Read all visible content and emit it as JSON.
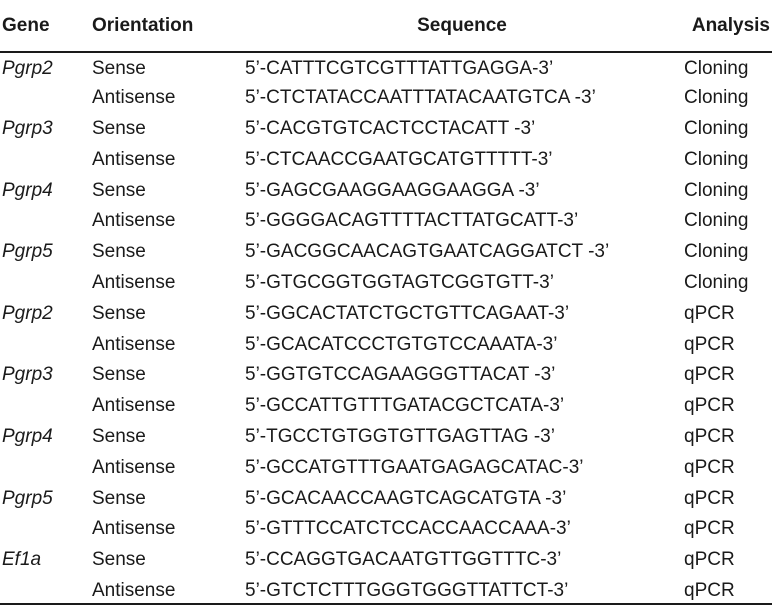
{
  "headers": {
    "gene": "Gene",
    "orientation": "Orientation",
    "sequence": "Sequence",
    "analysis": "Analysis"
  },
  "rows": [
    {
      "gene": "Pgrp2",
      "orientation": "Sense",
      "sequence": "5’-CATTTCGTCGTTTATTGAGGA-3’",
      "analysis": "Cloning"
    },
    {
      "gene": "",
      "orientation": "Antisense",
      "sequence": "5’-CTCTATACCAATTTATACAATGTCA -3’",
      "analysis": "Cloning"
    },
    {
      "gene": "Pgrp3",
      "orientation": "Sense",
      "sequence": "5’-CACGTGTCACTCCTACATT -3’",
      "analysis": "Cloning"
    },
    {
      "gene": "",
      "orientation": "Antisense",
      "sequence": "5’-CTCAACCGAATGCATGTTTTT-3’",
      "analysis": "Cloning"
    },
    {
      "gene": "Pgrp4",
      "orientation": "Sense",
      "sequence": "5’-GAGCGAAGGAAGGAAGGA -3’",
      "analysis": "Cloning"
    },
    {
      "gene": "",
      "orientation": "Antisense",
      "sequence": "5’-GGGGACAGTTTTACTTATGCATT-3’",
      "analysis": "Cloning"
    },
    {
      "gene": "Pgrp5",
      "orientation": "Sense",
      "sequence": "5’-GACGGCAACAGTGAATCAGGATCT -3’",
      "analysis": "Cloning"
    },
    {
      "gene": "",
      "orientation": "Antisense",
      "sequence": "5’-GTGCGGTGGTAGTCGGTGTT-3’",
      "analysis": "Cloning"
    },
    {
      "gene": "Pgrp2",
      "orientation": "Sense",
      "sequence": "5’-GGCACTATCTGCTGTTCAGAAT-3’",
      "analysis": "qPCR"
    },
    {
      "gene": "",
      "orientation": "Antisense",
      "sequence": "5’-GCACATCCCTGTGTCCAAATA-3’",
      "analysis": "qPCR"
    },
    {
      "gene": "Pgrp3",
      "orientation": "Sense",
      "sequence": "5’-GGTGTCCAGAAGGGTTACAT -3’",
      "analysis": "qPCR"
    },
    {
      "gene": "",
      "orientation": "Antisense",
      "sequence": "5’-GCCATTGTTTGATACGCTCATA-3’",
      "analysis": "qPCR"
    },
    {
      "gene": "Pgrp4",
      "orientation": "Sense",
      "sequence": "5’-TGCCTGTGGTGTTGAGTTAG -3’",
      "analysis": "qPCR"
    },
    {
      "gene": "",
      "orientation": "Antisense",
      "sequence": "5’-GCCATGTTTGAATGAGAGCATAC-3’",
      "analysis": "qPCR"
    },
    {
      "gene": "Pgrp5",
      "orientation": "Sense",
      "sequence": "5’-GCACAACCAAGTCAGCATGTA -3’",
      "analysis": "qPCR"
    },
    {
      "gene": "",
      "orientation": "Antisense",
      "sequence": "5’-GTTTCCATCTCCACCAACCAAA-3’",
      "analysis": "qPCR"
    },
    {
      "gene": "Ef1a",
      "orientation": "Sense",
      "sequence": "5’-CCAGGTGACAATGTTGGTTTC-3’",
      "analysis": "qPCR"
    },
    {
      "gene": "",
      "orientation": "Antisense",
      "sequence": "5’-GTCTCTTTGGGTGGGTTATTCT-3’",
      "analysis": "qPCR"
    }
  ]
}
